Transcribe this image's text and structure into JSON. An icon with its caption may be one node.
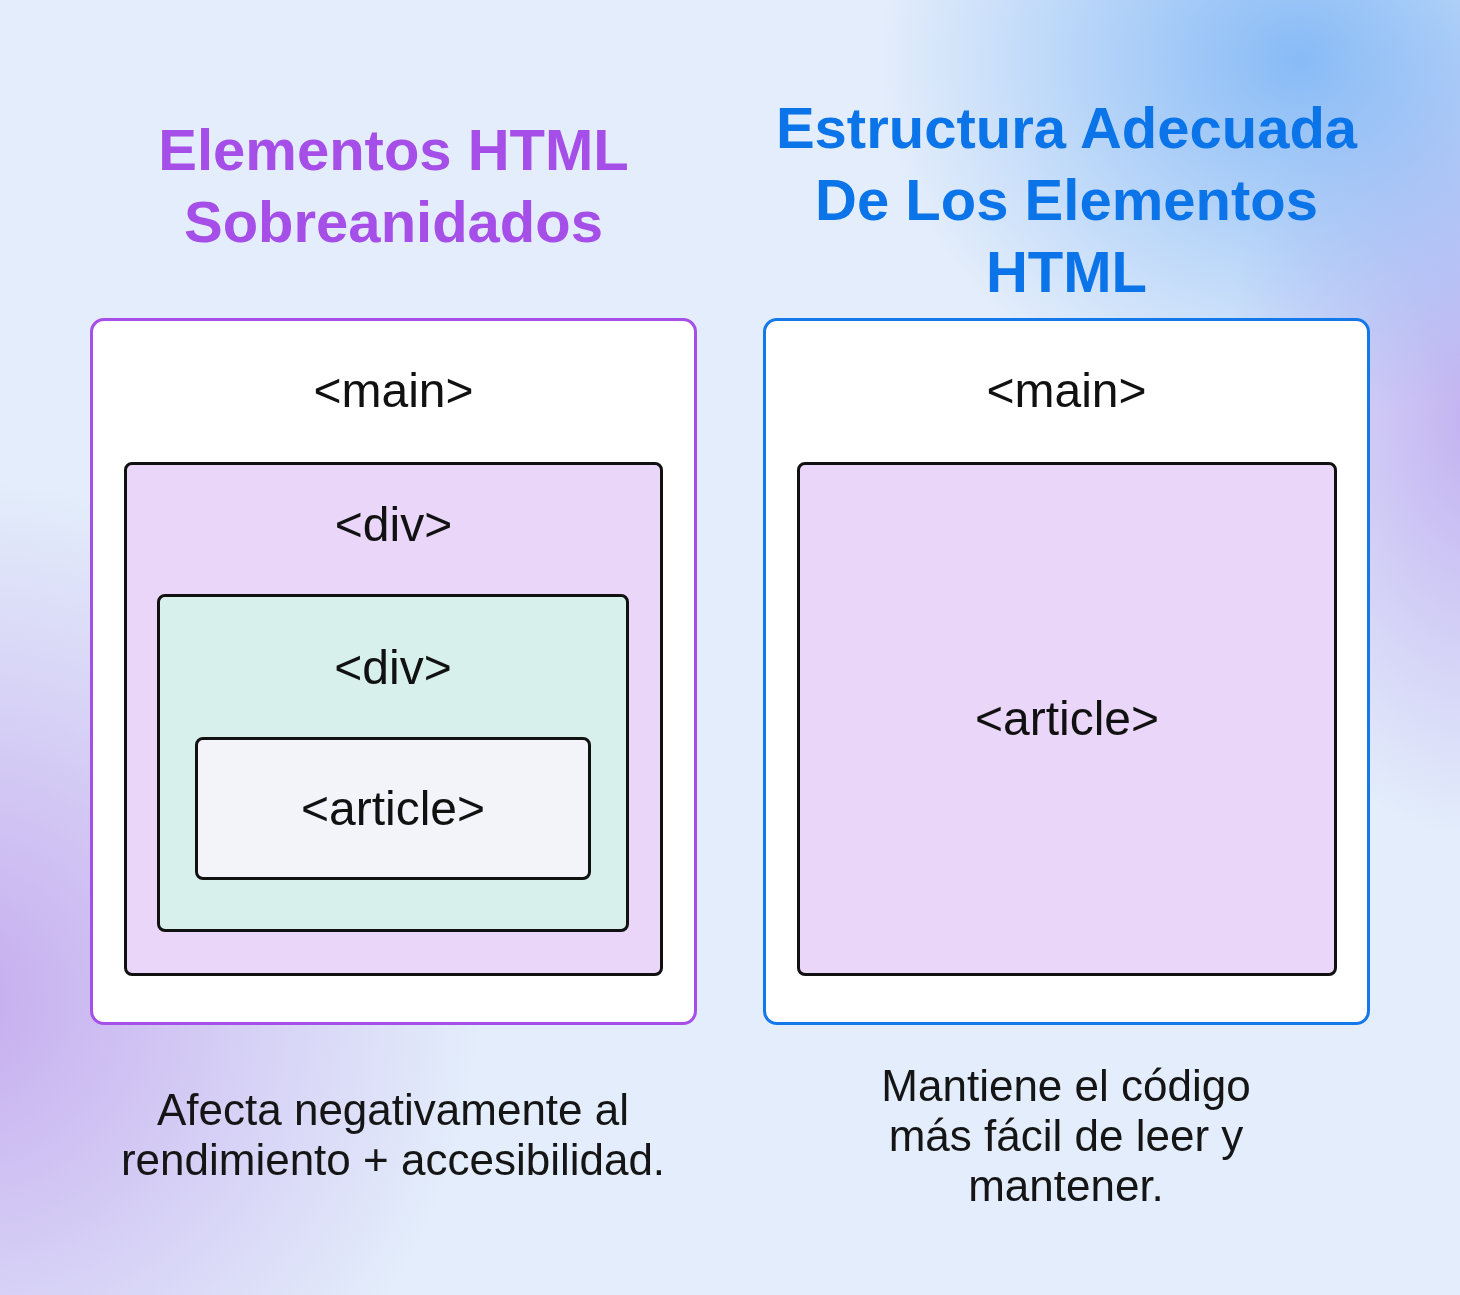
{
  "diagram": {
    "nodes": [
      {
        "text": [
          "Elementos HTML Sobreanidados",
          "<main>"
        ]
      },
      {
        "text": [
          "<div>"
        ],
        "in": 0
      },
      {
        "text": [
          "<div>"
        ],
        "in": 1
      },
      {
        "text": [
          "<article>"
        ],
        "in": 2
      },
      {
        "text": [
          "Estructura Adecuada De Los Elementos HTML",
          "<main>"
        ]
      },
      {
        "text": [
          "<article>"
        ],
        "in": 4
      }
    ],
    "labels": [
      "Afecta negativamente al rendimiento + accesibilidad.",
      "Mantiene el código más fácil de leer y mantener."
    ]
  }
}
